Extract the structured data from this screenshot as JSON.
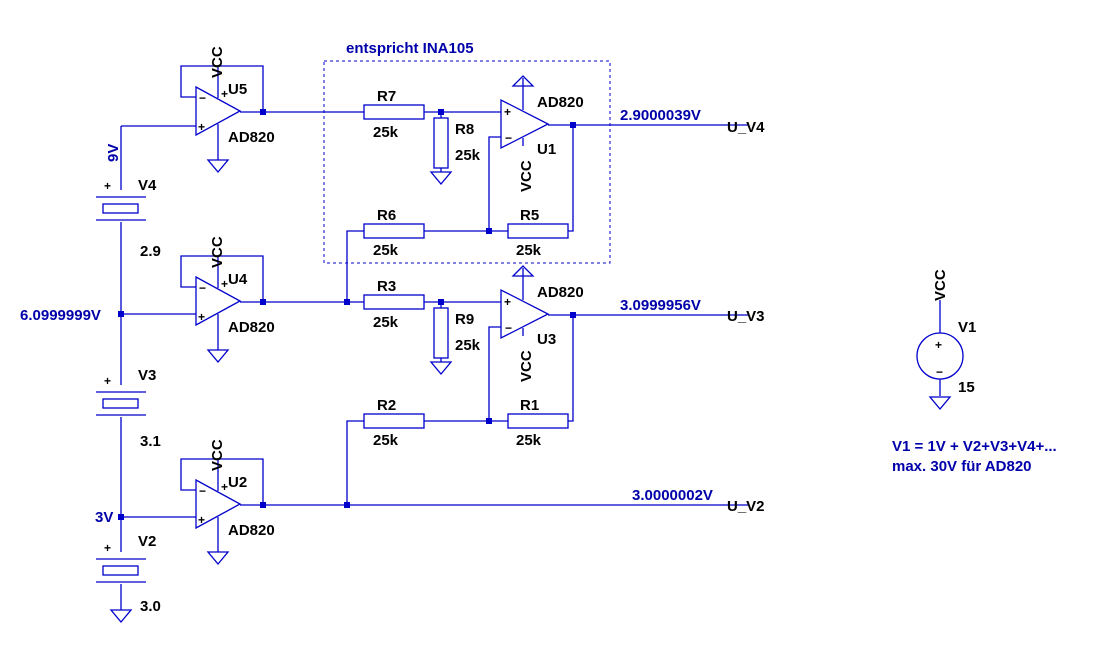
{
  "frame_label": "entspricht INA105",
  "opamps": [
    {
      "name": "U5",
      "model": "AD820",
      "supply": "VCC"
    },
    {
      "name": "U4",
      "model": "AD820",
      "supply": "VCC"
    },
    {
      "name": "U2",
      "model": "AD820",
      "supply": "VCC"
    },
    {
      "name": "U1",
      "model": "AD820",
      "supply": "VCC"
    },
    {
      "name": "U3",
      "model": "AD820",
      "supply": "VCC"
    }
  ],
  "resistors": [
    {
      "name": "R7",
      "value": "25k"
    },
    {
      "name": "R8",
      "value": "25k"
    },
    {
      "name": "R6",
      "value": "25k"
    },
    {
      "name": "R5",
      "value": "25k"
    },
    {
      "name": "R3",
      "value": "25k"
    },
    {
      "name": "R9",
      "value": "25k"
    },
    {
      "name": "R2",
      "value": "25k"
    },
    {
      "name": "R1",
      "value": "25k"
    }
  ],
  "batteries": [
    {
      "name": "V4",
      "value": "2.9"
    },
    {
      "name": "V3",
      "value": "3.1"
    },
    {
      "name": "V2",
      "value": "3.0"
    }
  ],
  "source": {
    "name": "V1",
    "value": "15",
    "supply": "VCC"
  },
  "node_voltages": {
    "top": "9V",
    "mid": "6.0999999V",
    "low": "3V"
  },
  "outputs": [
    {
      "value": "2.9000039V",
      "label": "U_V4"
    },
    {
      "value": "3.0999956V",
      "label": "U_V3"
    },
    {
      "value": "3.0000002V",
      "label": "U_V2"
    }
  ],
  "note_lines": [
    "V1 = 1V + V2+V3+V4+...",
    "max. 30V für AD820"
  ],
  "pin_plus": "+",
  "pin_minus": "−",
  "colors": {
    "wire": "#0000cc",
    "net_label": "#0000aa",
    "text": "#000000"
  }
}
